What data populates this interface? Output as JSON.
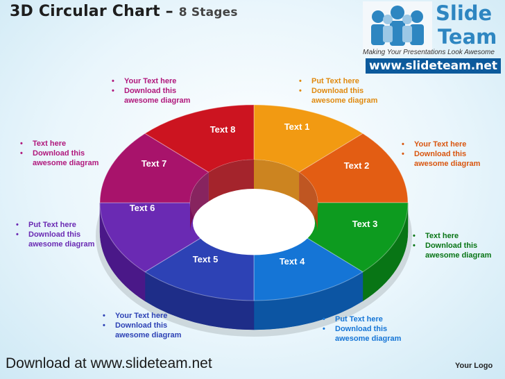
{
  "header": {
    "title_main": "3D Circular Chart –",
    "title_sub": "8 Stages"
  },
  "logo": {
    "brand_line1": "Slide",
    "brand_line2": "Team",
    "tagline": "Making Your Presentations Look Awesome",
    "url": "www.slideteam.net"
  },
  "segments": [
    {
      "label": "Text 1",
      "color": "#f29a12",
      "side": "#c77708",
      "label_color": "#ffffff"
    },
    {
      "label": "Text 2",
      "color": "#e35d13",
      "side": "#b8440a",
      "label_color": "#ffffff"
    },
    {
      "label": "Text 3",
      "color": "#0d9b1f",
      "side": "#087515",
      "label_color": "#ffffff"
    },
    {
      "label": "Text 4",
      "color": "#1575d6",
      "side": "#0c55a3",
      "label_color": "#ffffff"
    },
    {
      "label": "Text 5",
      "color": "#2d42b5",
      "side": "#1e2d88",
      "label_color": "#ffffff"
    },
    {
      "label": "Text 6",
      "color": "#6a2ab3",
      "side": "#4a1888",
      "label_color": "#ffffff"
    },
    {
      "label": "Text 7",
      "color": "#a8136b",
      "side": "#7a0c4e",
      "label_color": "#ffffff"
    },
    {
      "label": "Text 8",
      "color": "#cc1420",
      "side": "#9a0c15",
      "label_color": "#ffffff"
    }
  ],
  "notes": [
    {
      "lines": [
        "Your Text here",
        "Download this",
        "awesome diagram"
      ],
      "color": "#b0187c"
    },
    {
      "lines": [
        "Put Text here",
        "Download this",
        "awesome diagram"
      ],
      "color": "#e08a10"
    },
    {
      "lines": [
        "Text here",
        "Download this",
        "awesome diagram"
      ],
      "color": "#b0187c"
    },
    {
      "lines": [
        "Your Text here",
        "Download this",
        "awesome diagram"
      ],
      "color": "#d9560f"
    },
    {
      "lines": [
        "Put Text here",
        "Download this",
        "awesome diagram"
      ],
      "color": "#6a2ab3"
    },
    {
      "lines": [
        "Text here",
        "Download this",
        "awesome diagram"
      ],
      "color": "#087515"
    },
    {
      "lines": [
        "Your Text here",
        "Download this",
        "awesome diagram"
      ],
      "color": "#2d42b5"
    },
    {
      "lines": [
        "Put Text here",
        "Download this",
        "awesome diagram"
      ],
      "color": "#1575d6"
    }
  ],
  "footer": {
    "download_text": "Download at www.slideteam.net",
    "logo_text": "Your Logo"
  }
}
